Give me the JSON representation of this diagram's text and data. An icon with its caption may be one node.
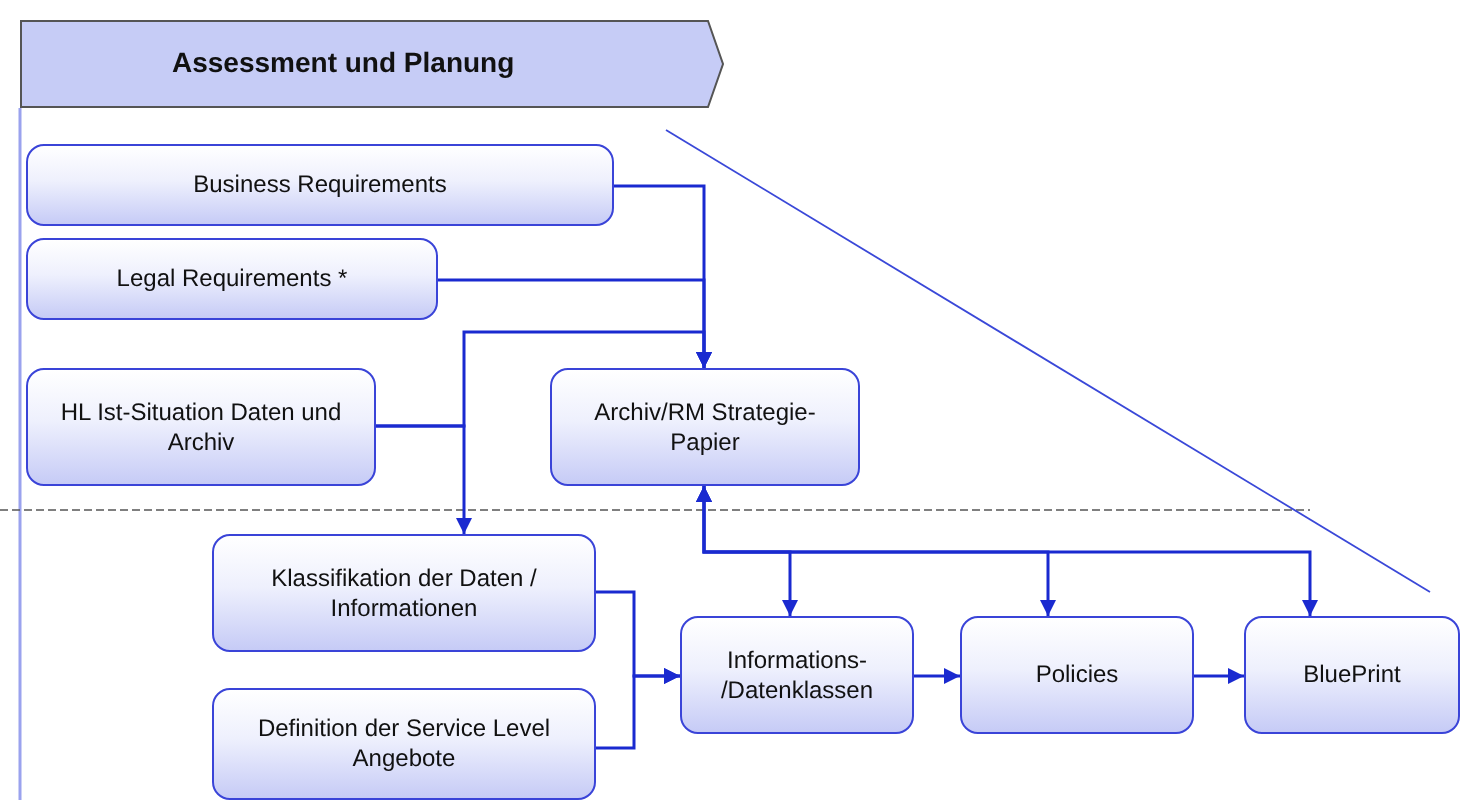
{
  "diagram": {
    "nodes": [
      {
        "text": [
          "Assessment und Planung"
        ]
      },
      {
        "text": [
          "Business Requirements"
        ]
      },
      {
        "text": [
          "Legal Requirements *"
        ]
      },
      {
        "text": [
          "HL Ist-Situation Daten und Archiv"
        ]
      },
      {
        "text": [
          "Archiv/RM Strategie-Papier"
        ]
      },
      {
        "text": [
          "Klassifikation der Daten / Informationen"
        ]
      },
      {
        "text": [
          "Definition der Service Level Angebote"
        ]
      },
      {
        "text": [
          "Informations- /Datenklassen"
        ]
      },
      {
        "text": [
          "Policies"
        ]
      },
      {
        "text": [
          "BluePrint"
        ]
      }
    ],
    "edges": [
      {
        "from": 1,
        "to": 4,
        "arrow": "to"
      },
      {
        "from": 2,
        "to": 4,
        "arrow": "to"
      },
      {
        "from": 3,
        "to": 4,
        "arrow": "to"
      },
      {
        "from": 3,
        "to": 5,
        "arrow": "to"
      },
      {
        "from": 5,
        "to": 7,
        "arrow": "to"
      },
      {
        "from": 6,
        "to": 7,
        "arrow": "to"
      },
      {
        "from": 4,
        "to": 7,
        "arrow": "both"
      },
      {
        "from": 4,
        "to": 8,
        "arrow": "both"
      },
      {
        "from": 4,
        "to": 9,
        "arrow": "both"
      },
      {
        "from": 7,
        "to": 8,
        "arrow": "to"
      },
      {
        "from": 8,
        "to": 9,
        "arrow": "to"
      }
    ]
  }
}
